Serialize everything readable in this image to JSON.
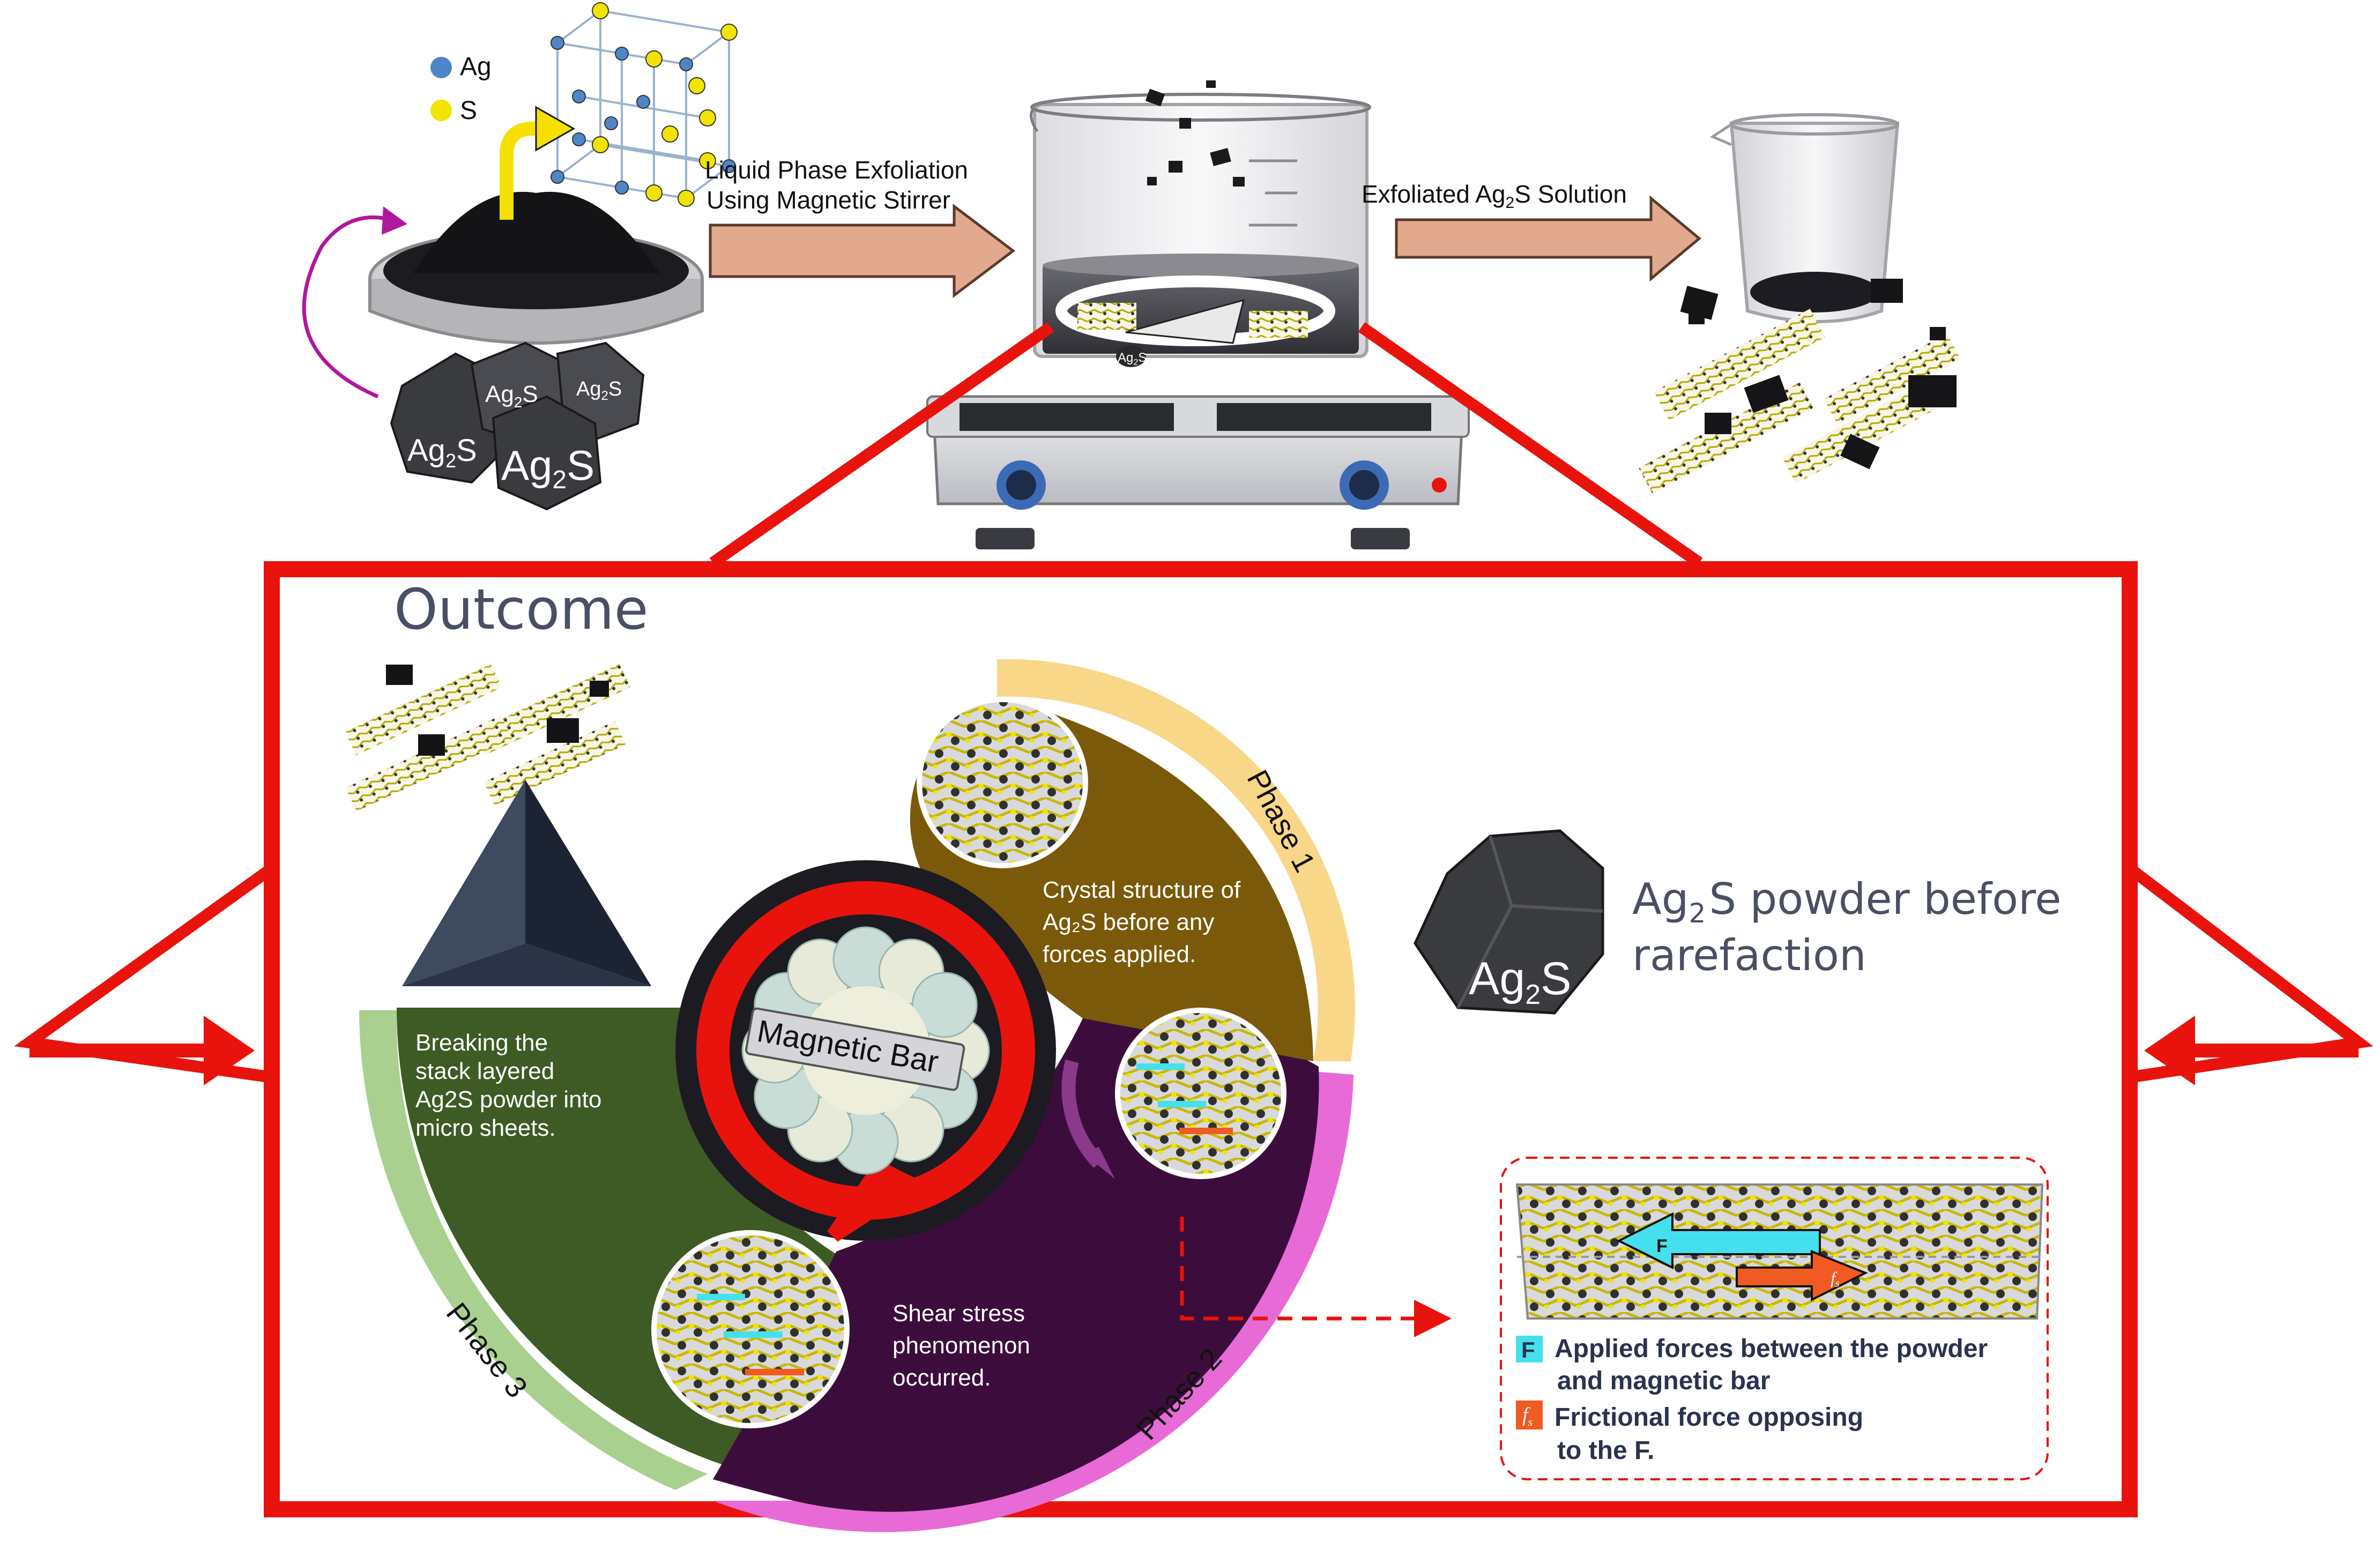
{
  "legend_atoms": [
    {
      "label": "Ag",
      "color": "#4f86c6"
    },
    {
      "label": "S",
      "color": "#f2e300"
    }
  ],
  "arrows": {
    "step1_line1": "Liquid Phase Exfoliation",
    "step1_line2": "Using Magnetic Stirrer",
    "step2_prefix": "Exfoliated Ag",
    "step2_sub": "2",
    "step2_suffix": "S Solution"
  },
  "crystals": {
    "formula_prefix": "Ag",
    "formula_sub": "2",
    "formula_suffix": "S"
  },
  "outcome": {
    "title": "Outcome"
  },
  "phases": {
    "phase1_label": "Phase 1",
    "phase2_label": "Phase 2",
    "phase3_label": "Phase 3",
    "phase1_text": [
      "Crystal structure of",
      "Ag₂S before any",
      "forces applied."
    ],
    "phase2_text": [
      "Shear stress",
      "phenomenon",
      "occurred."
    ],
    "phase3_text": [
      "Breaking the",
      "stack layered",
      "Ag2S powder into",
      "micro sheets."
    ],
    "magnetic_bar": "Magnetic Bar"
  },
  "powder": {
    "caption_line1_prefix": "Ag",
    "caption_line1_sub": "2",
    "caption_line1_suffix": "S powder before",
    "caption_line2": "rarefaction"
  },
  "force_box": {
    "f_label": "F",
    "fs_label": "f",
    "fs_sub": "s",
    "applied_line1": "Applied forces between the powder",
    "applied_line2": "and magnetic bar",
    "friction_line1": "Frictional force opposing",
    "friction_line2": "to the F."
  },
  "colors": {
    "red": "#e8130c",
    "phase1": "#7a5a0a",
    "phase1_rim": "#f8d888",
    "phase2": "#3c0d3c",
    "phase2_rim": "#e86ad6",
    "phase3": "#3e5a25",
    "phase3_rim": "#a9d08e",
    "arrow_fill": "#e3a98f",
    "cyan": "#44e0ee",
    "orange": "#f15a22"
  }
}
